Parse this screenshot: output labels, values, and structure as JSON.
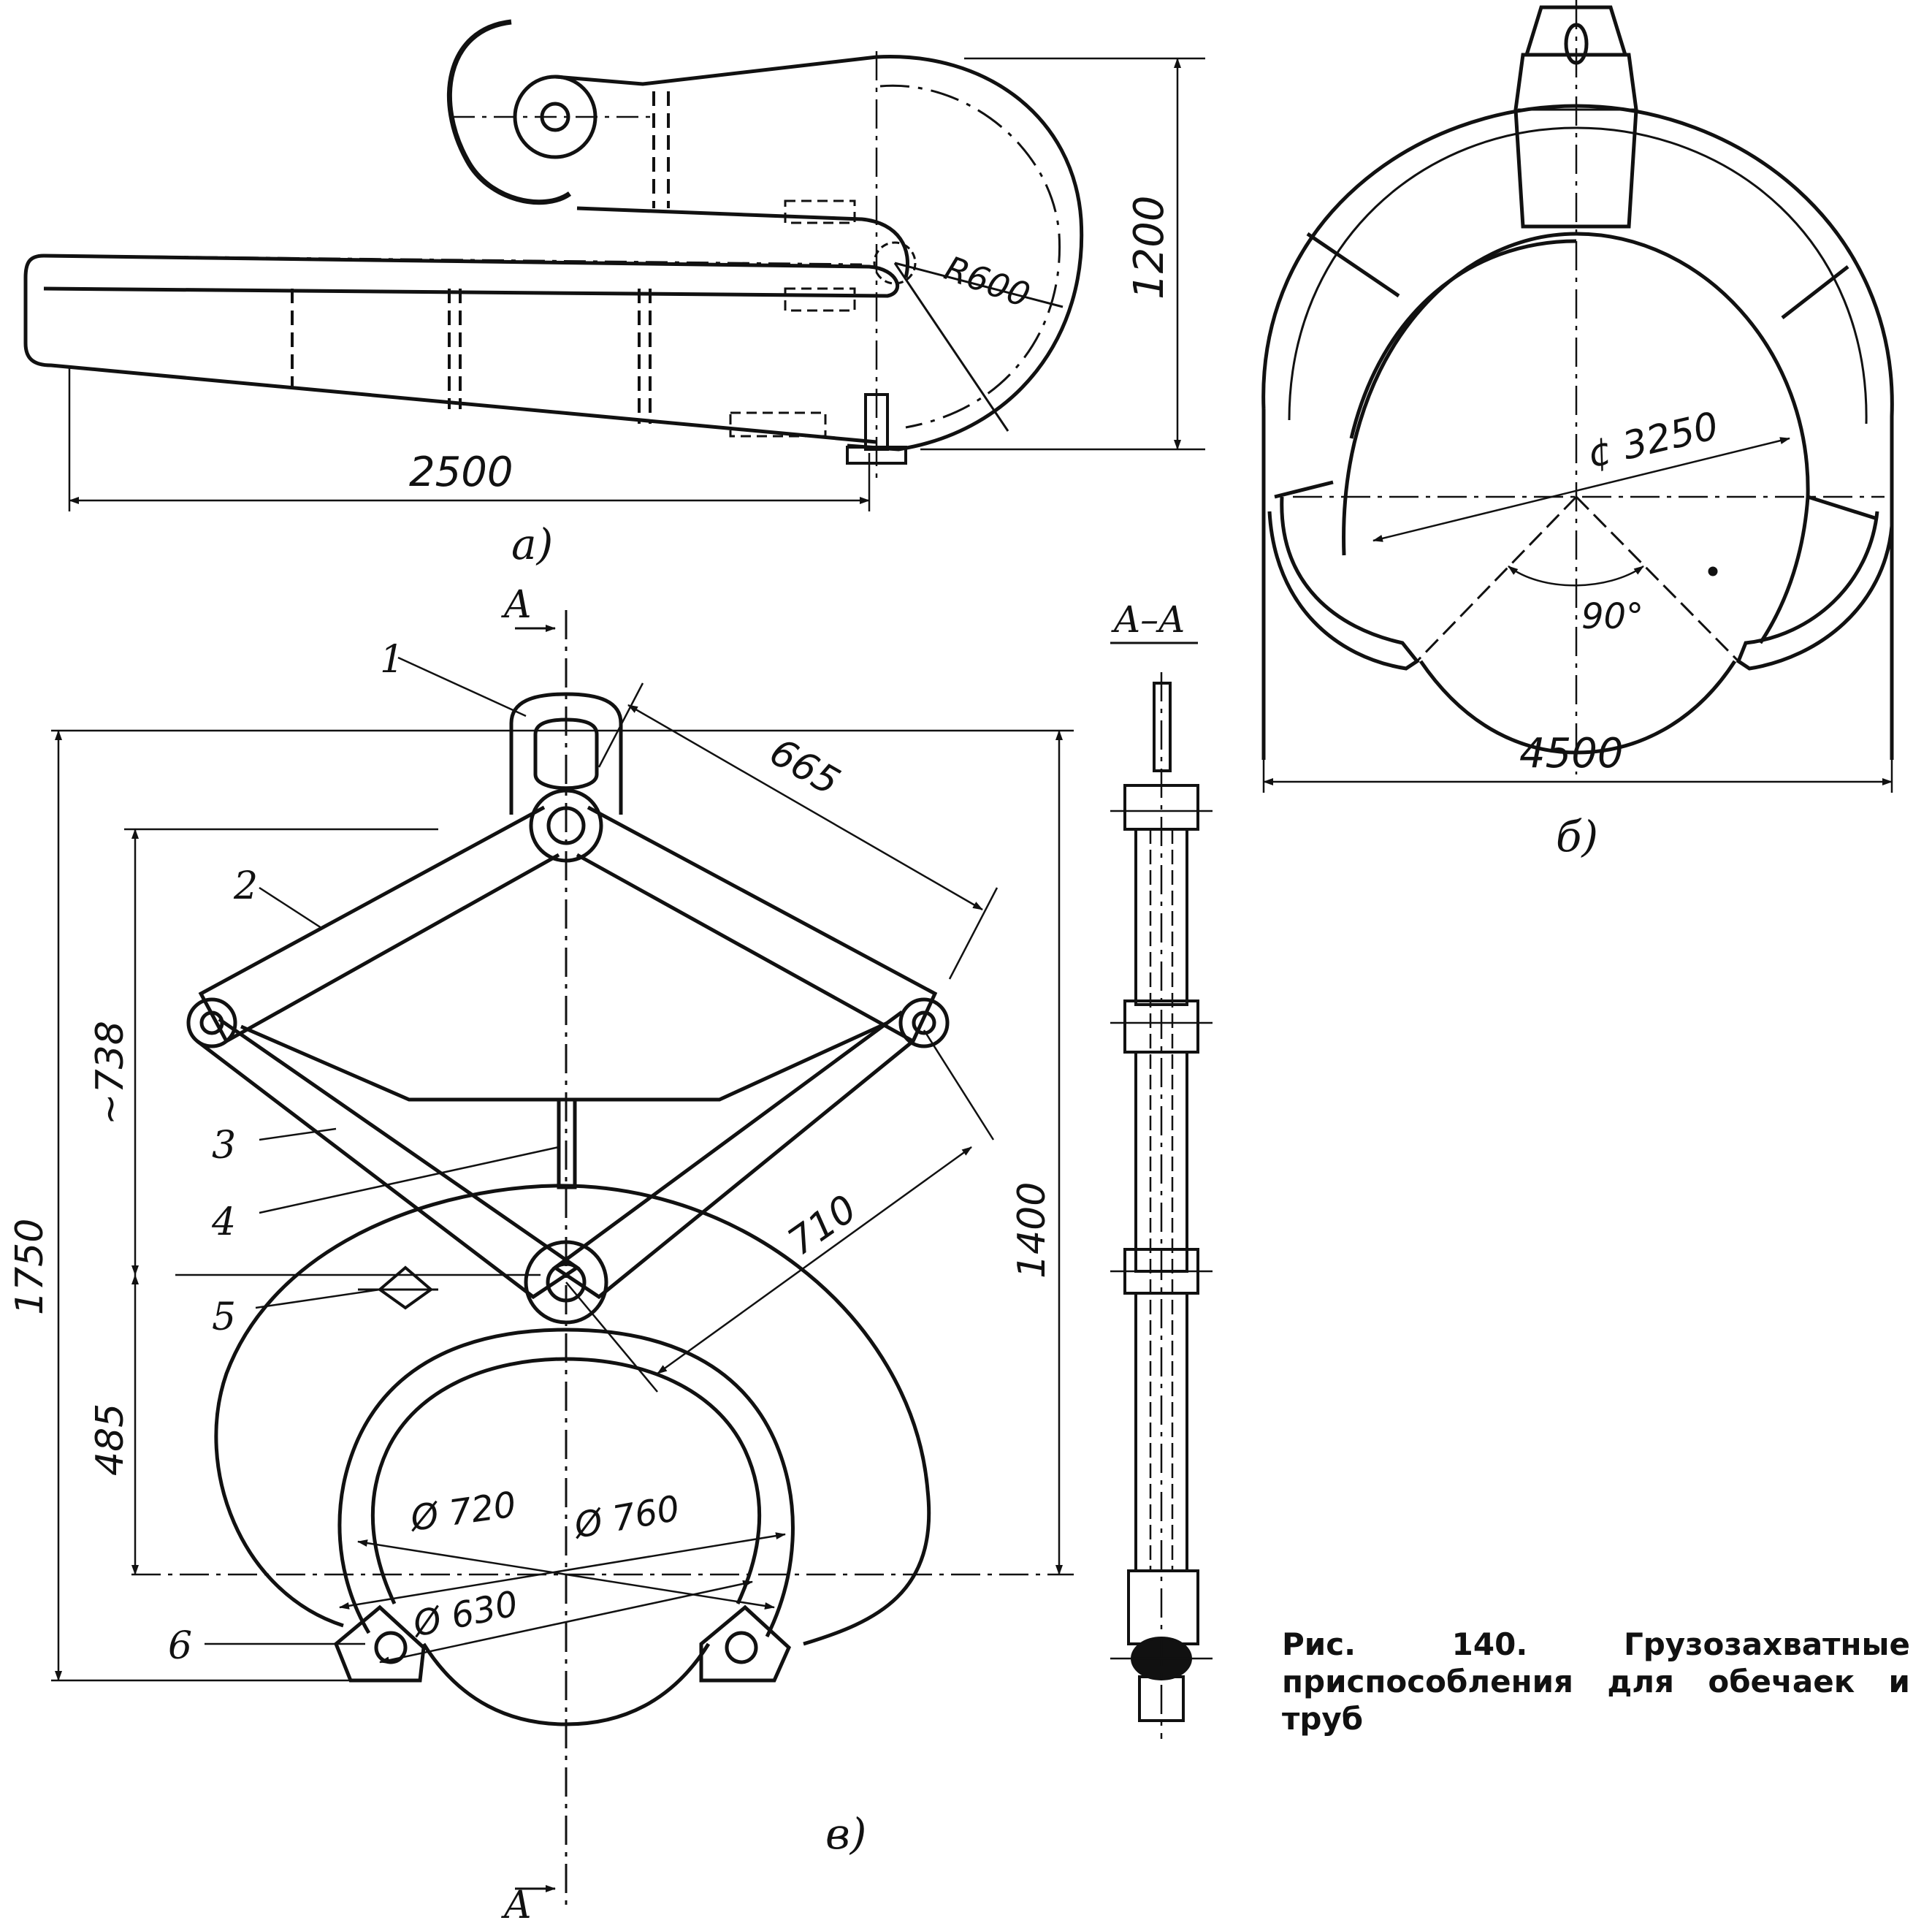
{
  "view_a": {
    "label": "а)",
    "dims": {
      "length": "2500",
      "height": "1200",
      "radius": "R600"
    }
  },
  "view_b": {
    "label": "б)",
    "dims": {
      "diameter": "¢ 3250",
      "angle": "90°",
      "width": "4500"
    }
  },
  "view_c": {
    "label": "в)",
    "section_mark": "A",
    "section_label": "A–A",
    "dims": {
      "d665": "665",
      "d738": "~738",
      "d1750": "1750",
      "d1400": "1400",
      "d710": "710",
      "d485": "485",
      "d720": "Ø 720",
      "d760": "Ø 760",
      "d630": "Ø 630"
    },
    "callouts": [
      "1",
      "2",
      "3",
      "4",
      "5",
      "6"
    ]
  },
  "caption": {
    "prefix": "Рис. 140.",
    "text": "Грузозахватные приспособления для обечаек и труб"
  }
}
